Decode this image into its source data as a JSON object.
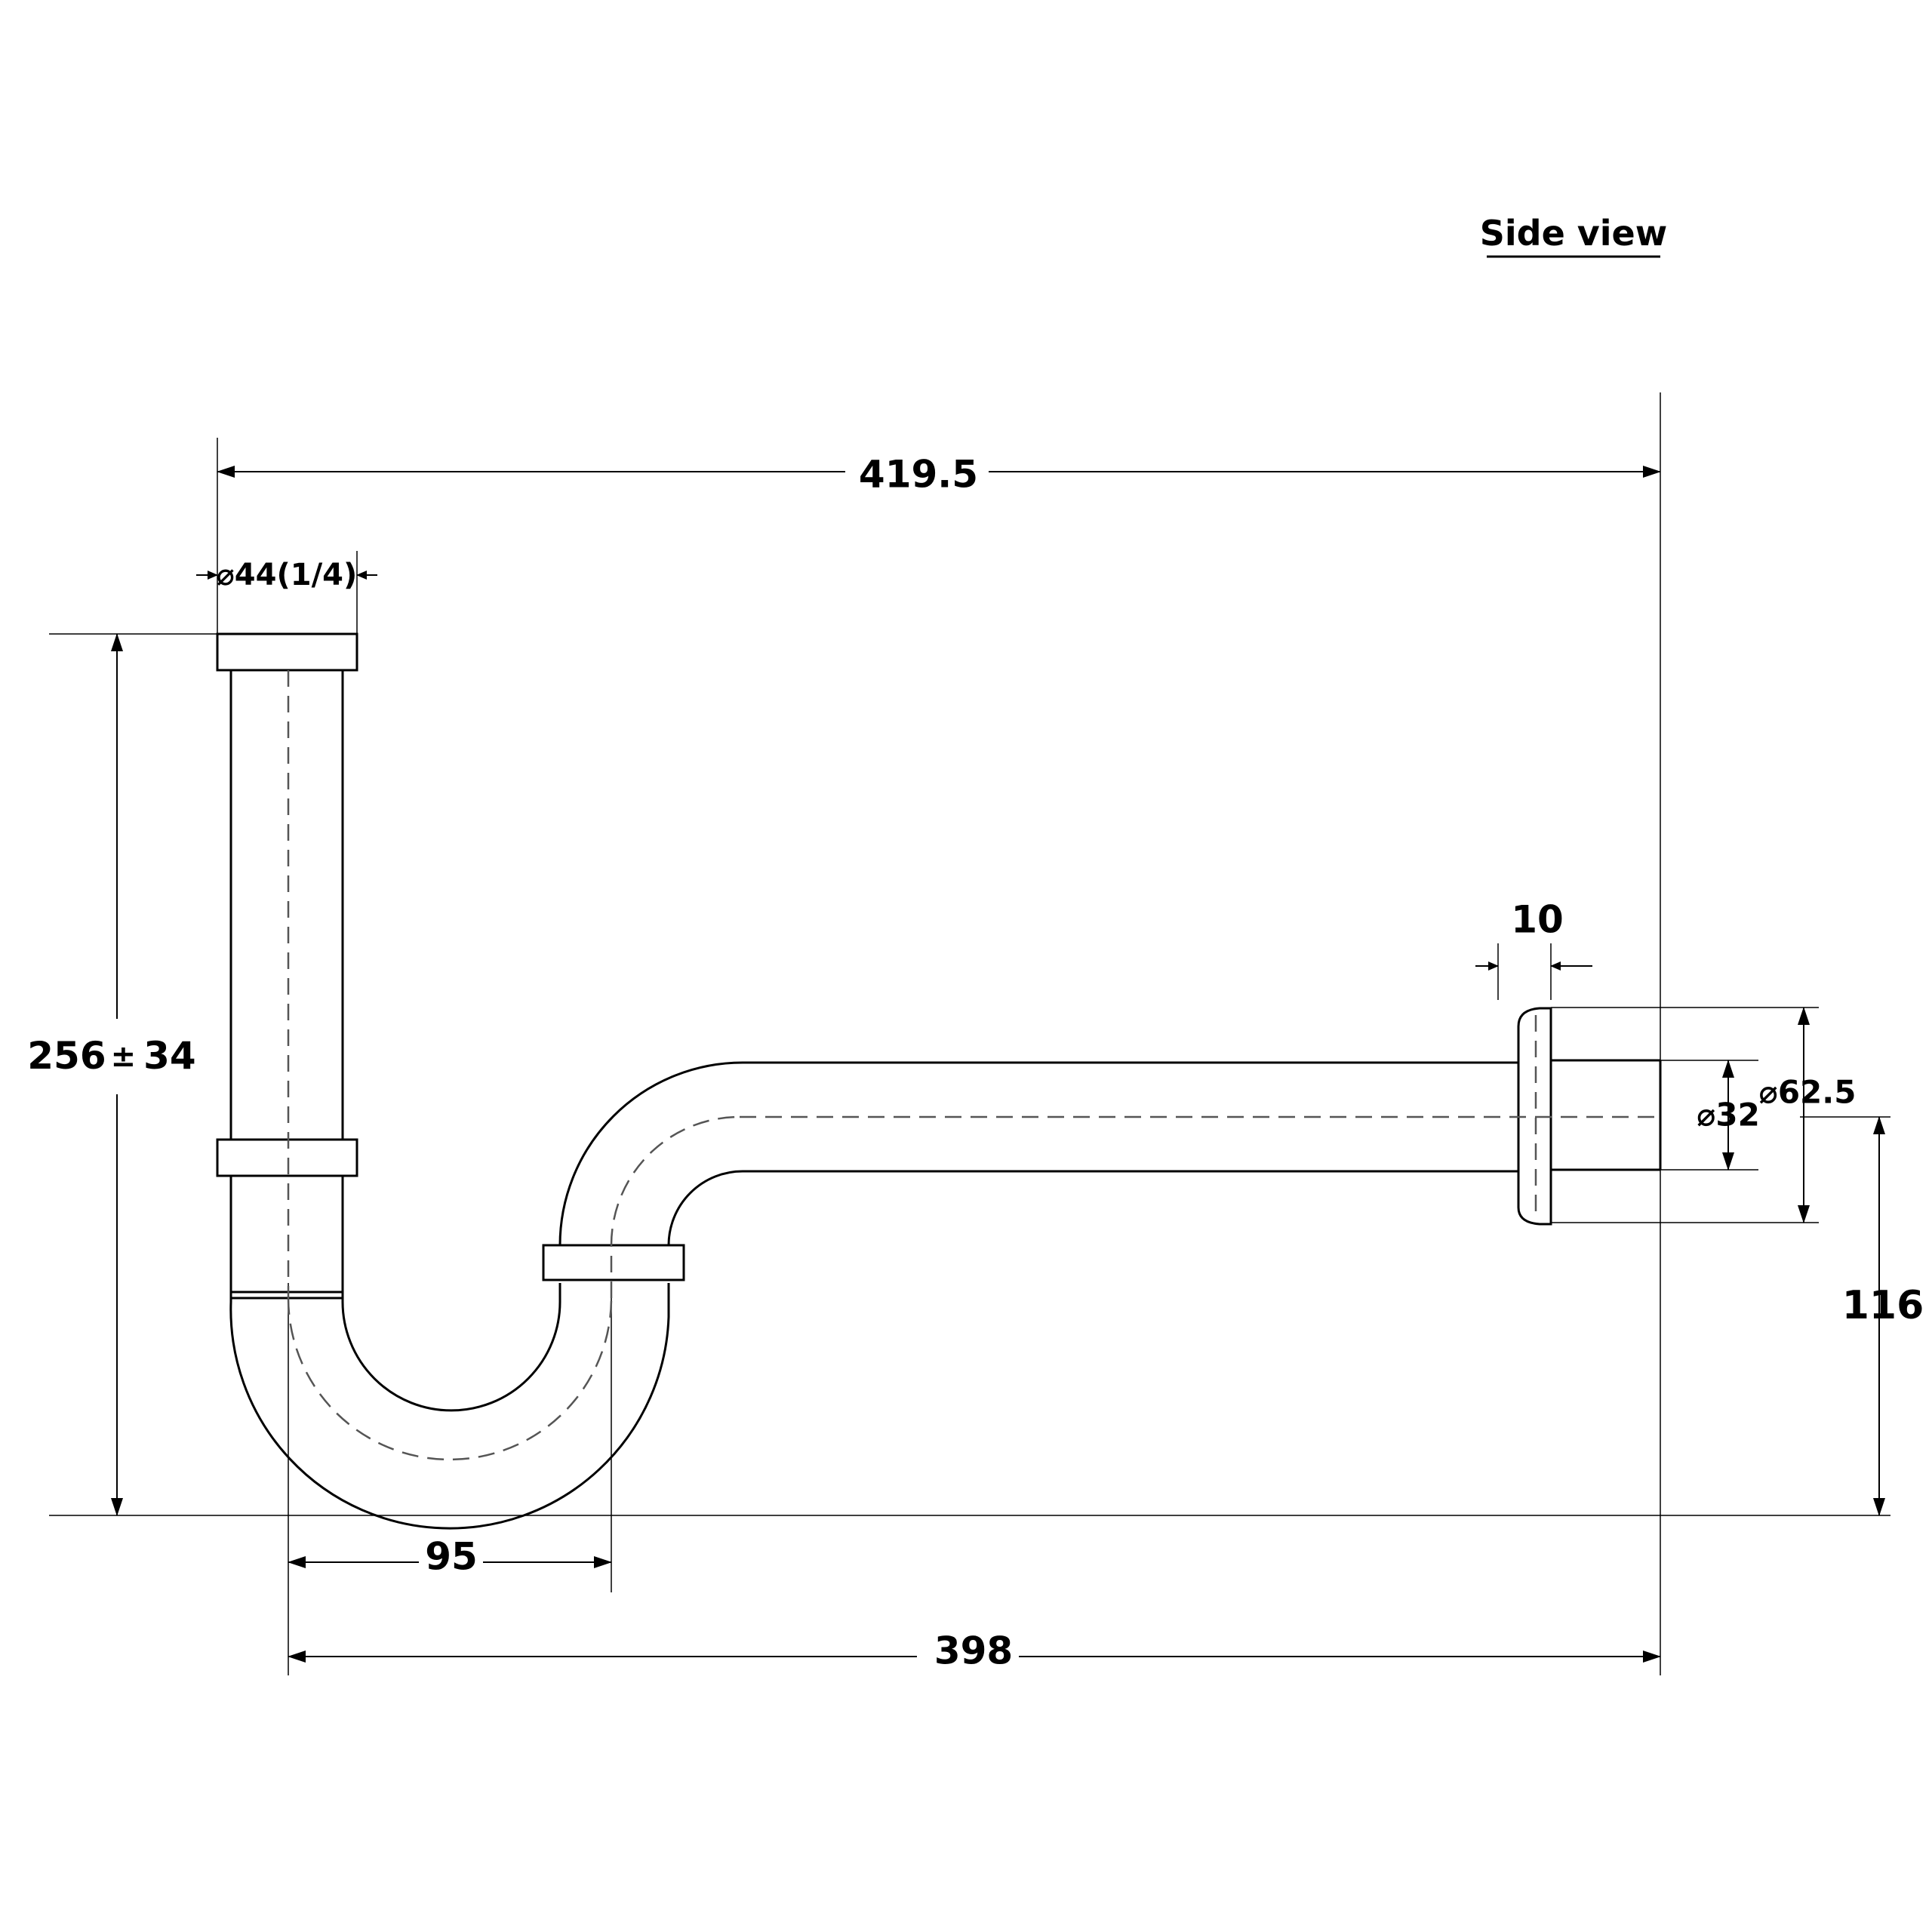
{
  "title": "Side view",
  "dimensions": {
    "overall_width": "419.5",
    "inlet_diameter": "⌀44(1/4)",
    "total_height": "256",
    "height_tolerance": "34",
    "flange_thickness": "10",
    "flange_diameter": "⌀62.5",
    "outlet_diameter": "⌀32",
    "outlet_height": "116",
    "trap_width": "95",
    "outlet_length": "398"
  },
  "colors": {
    "line": "#000000",
    "background": "#ffffff",
    "hidden_line": "#555555"
  }
}
